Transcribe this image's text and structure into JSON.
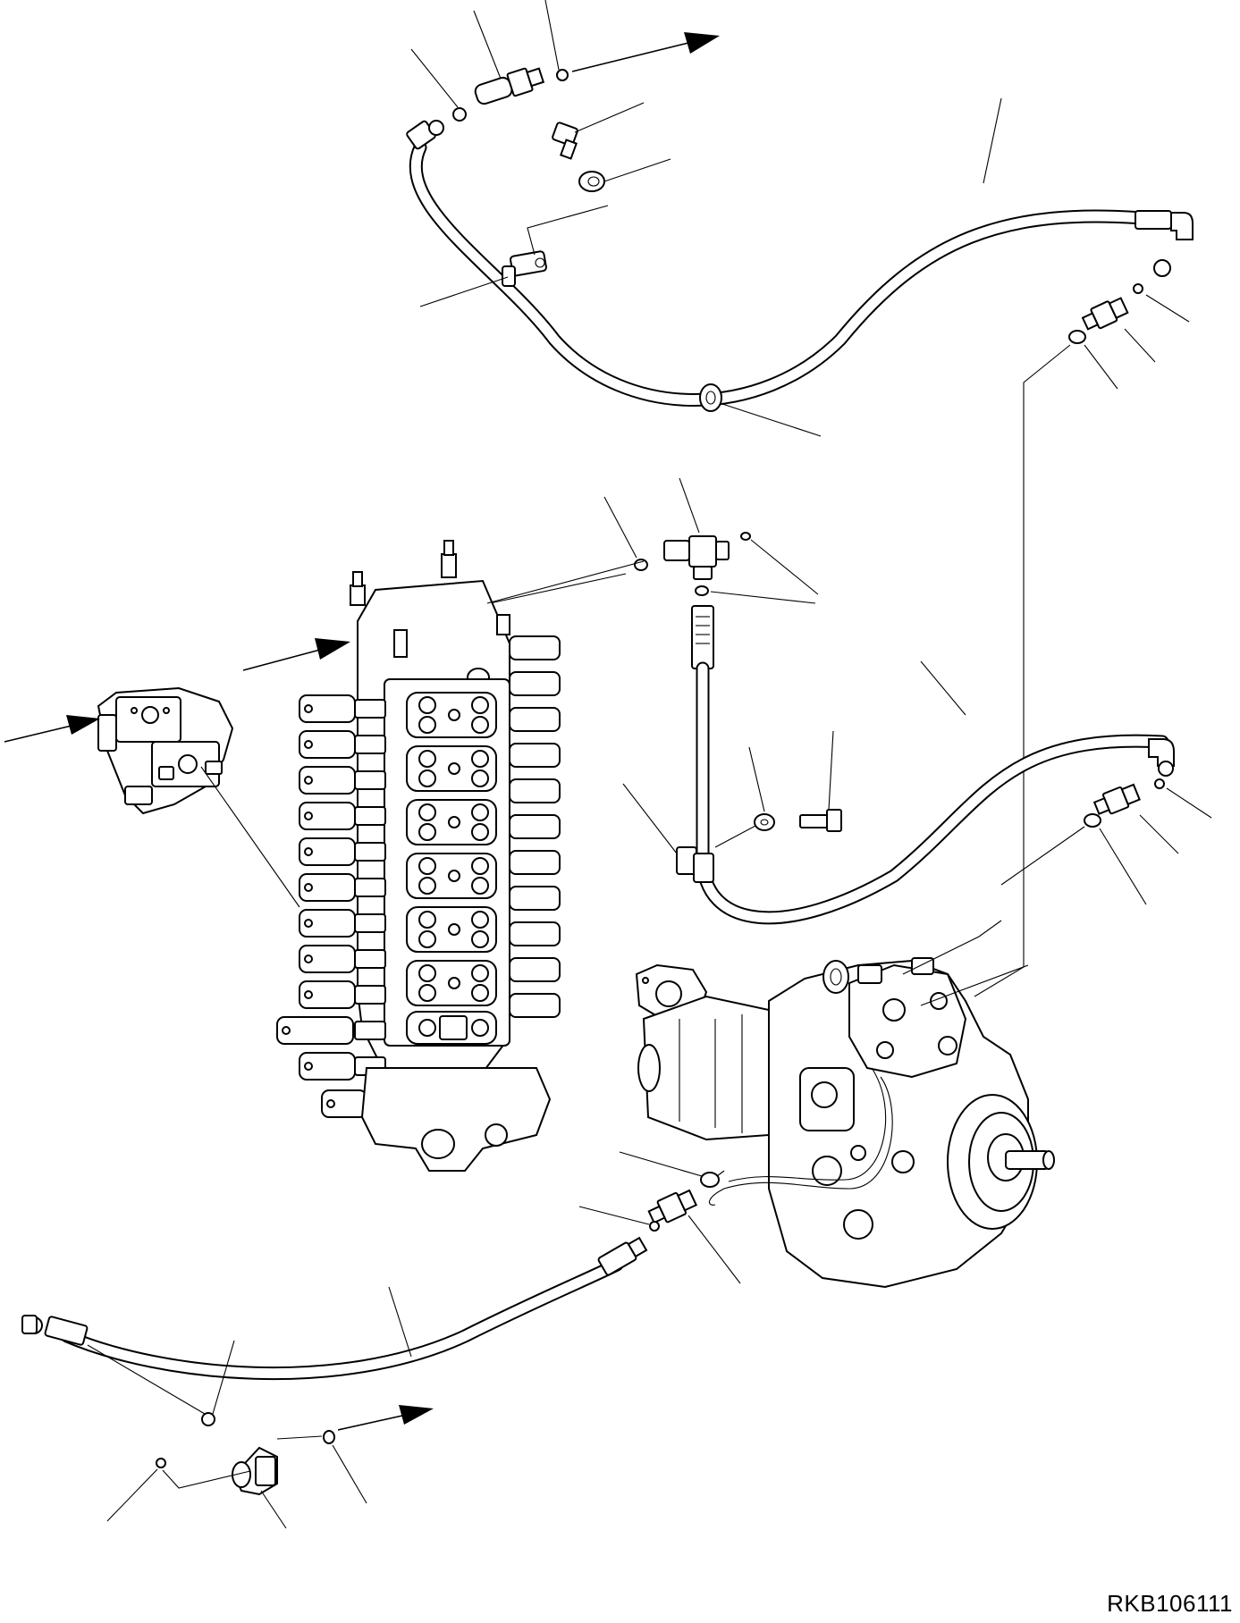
{
  "figure": {
    "drawing_code": "RKB106111",
    "callout_marks": [
      "leader-lines",
      "direction-arrows"
    ],
    "components": [
      "control-valve-assembly",
      "solenoid-valve-block",
      "hydraulic-pump",
      "upper-hose",
      "middle-hose",
      "lower-hose",
      "tee-fitting",
      "hose-clamp",
      "o-ring",
      "elbow-fitting",
      "connector",
      "bolt",
      "washer"
    ]
  }
}
